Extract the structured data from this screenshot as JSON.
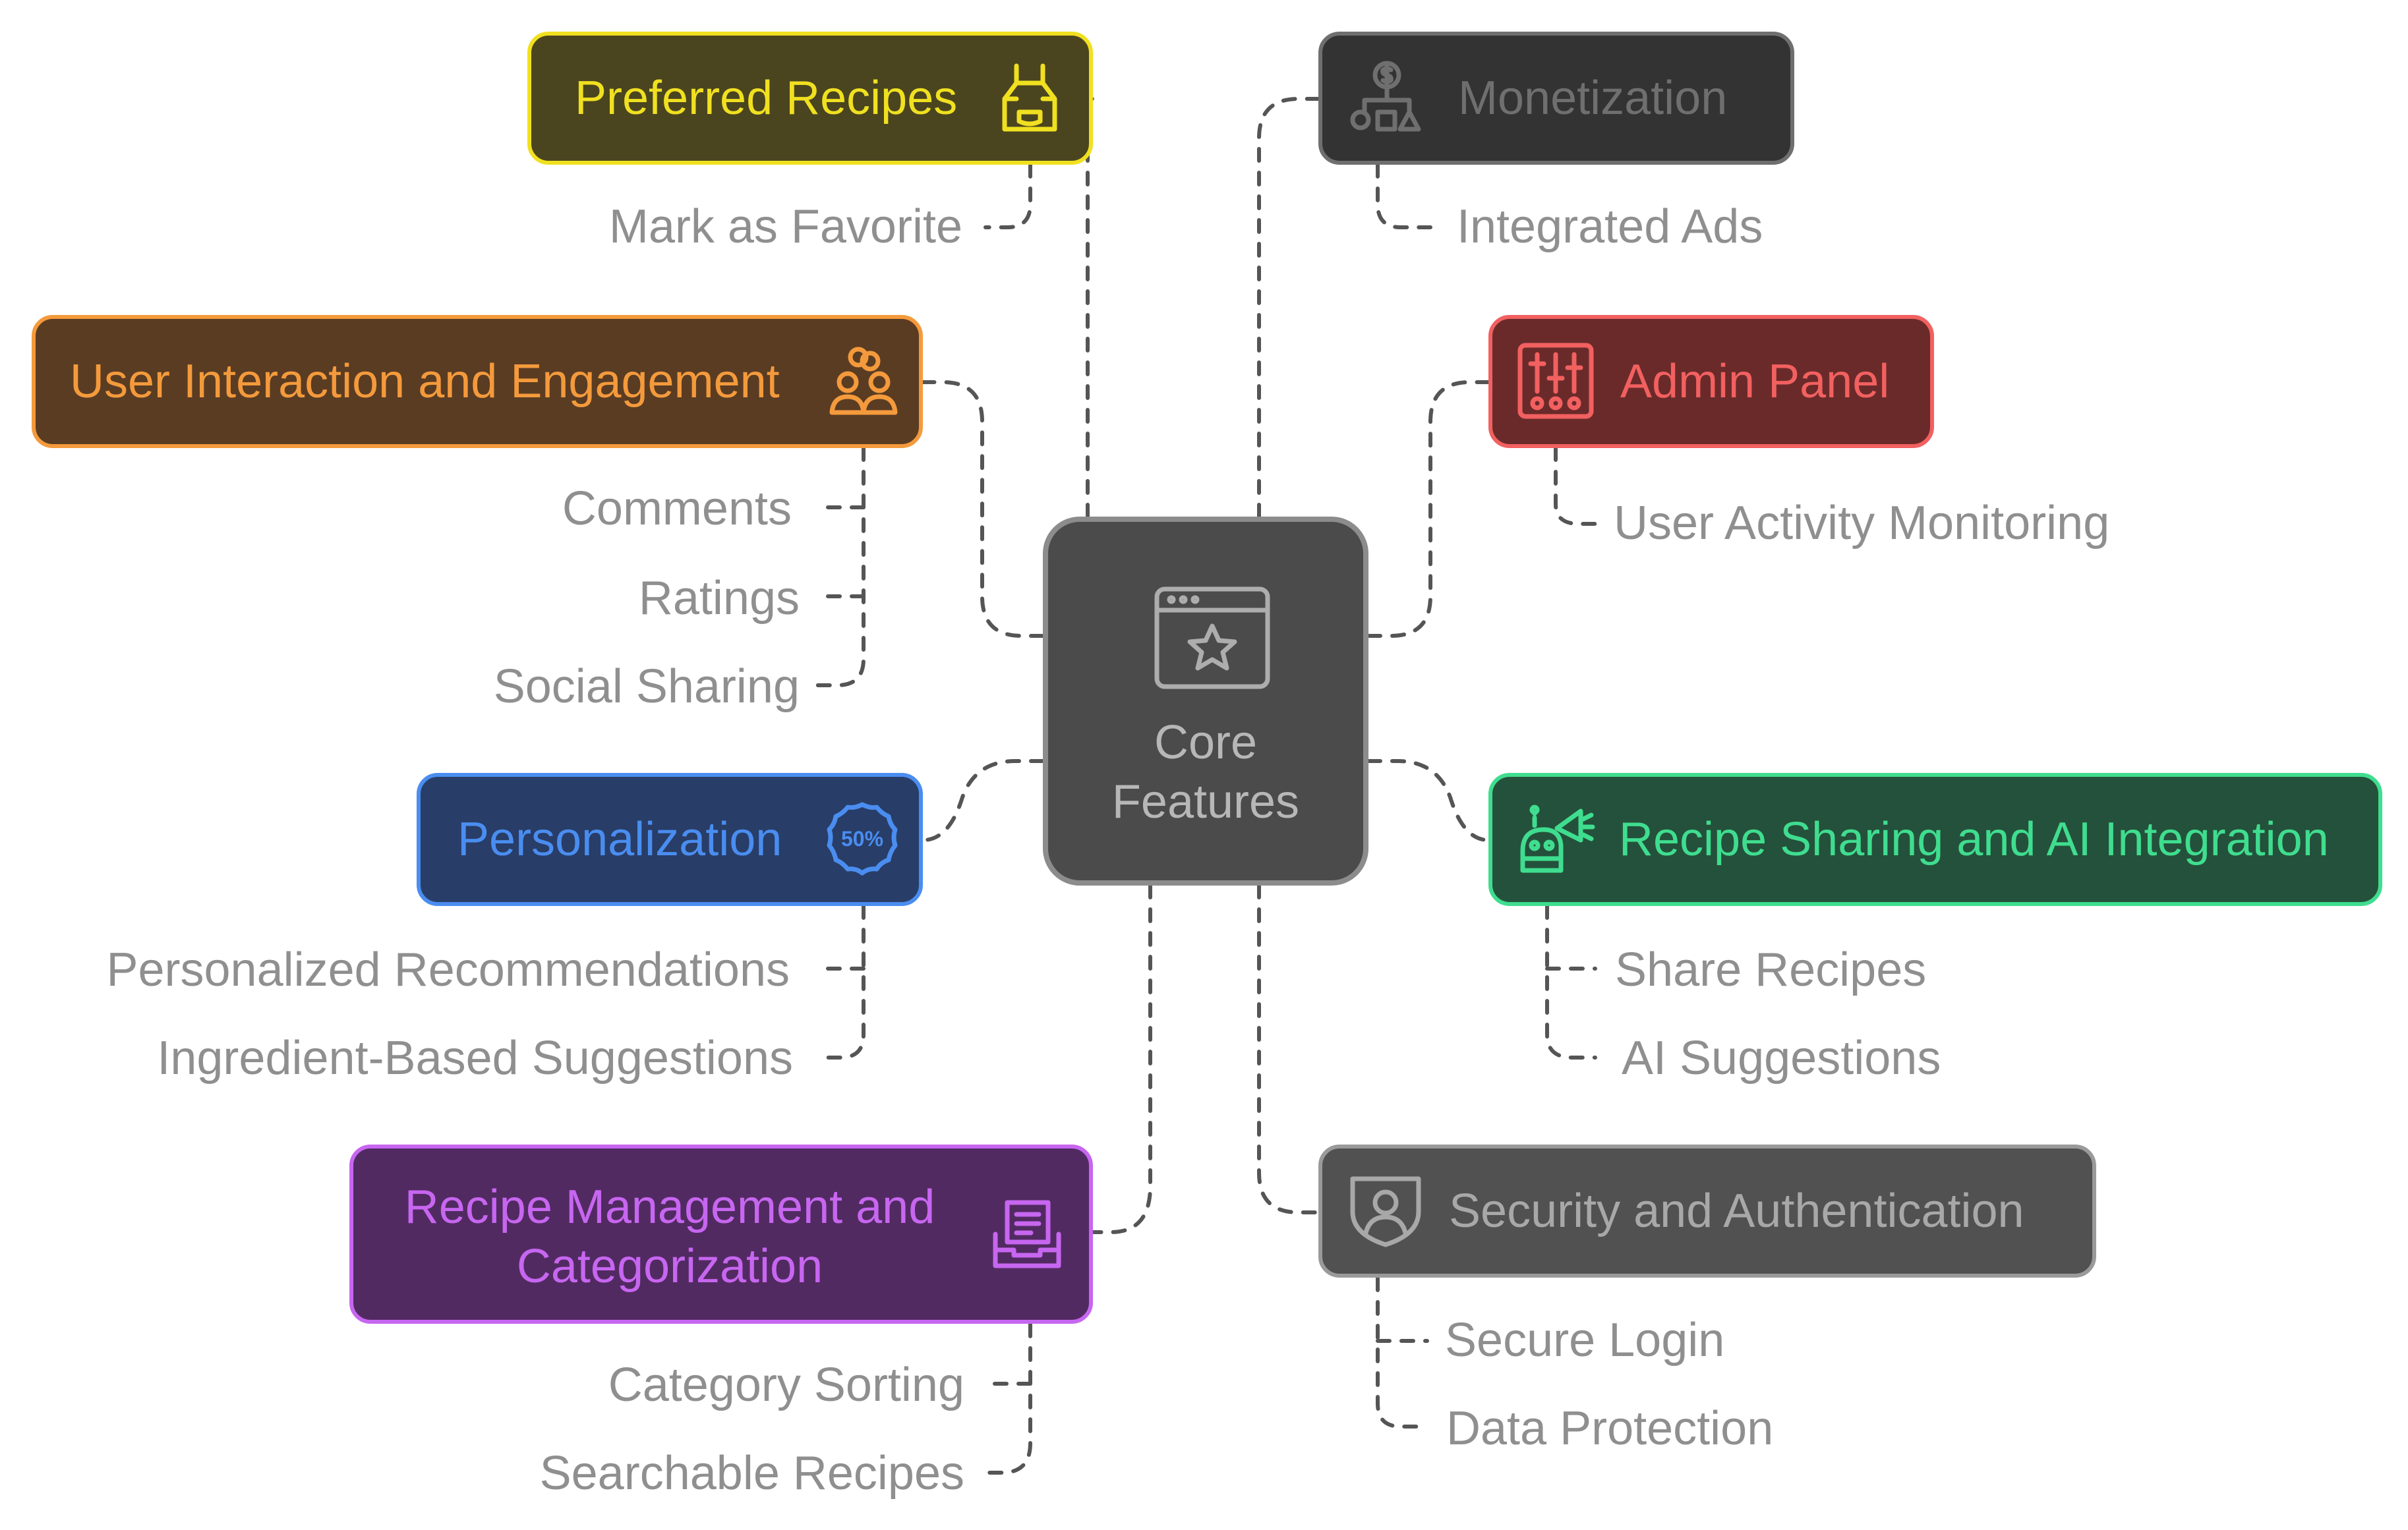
{
  "core": {
    "line1": "Core",
    "line2": "Features",
    "icon": "browser-window-star-icon"
  },
  "branches": {
    "preferred_recipes": {
      "label": "Preferred Recipes",
      "icon": "apron-icon",
      "color": "#f0e020",
      "fill": "#4a451f",
      "items": [
        "Mark as Favorite"
      ]
    },
    "user_interaction": {
      "label": "User Interaction and Engagement",
      "icon": "people-link-icon",
      "color": "#f49a3c",
      "fill": "#5a3c22",
      "items": [
        "Comments",
        "Ratings",
        "Social Sharing"
      ]
    },
    "personalization": {
      "label": "Personalization",
      "icon": "discount-50-badge-icon",
      "color": "#4a8df0",
      "fill": "#283d67",
      "items": [
        "Personalized Recommendations",
        "Ingredient-Based Suggestions"
      ]
    },
    "recipe_management": {
      "label_line1": "Recipe Management and",
      "label_line2": "Categorization",
      "icon": "document-tray-icon",
      "color": "#c766f0",
      "fill": "#522a62",
      "items": [
        "Category Sorting",
        "Searchable Recipes"
      ]
    },
    "monetization": {
      "label": "Monetization",
      "icon": "money-structure-icon",
      "color": "#6f6f6f",
      "fill": "#333333",
      "items": [
        "Integrated Ads"
      ]
    },
    "admin_panel": {
      "label": "Admin Panel",
      "icon": "control-sliders-icon",
      "color": "#f26060",
      "fill": "#6b2a2a",
      "items": [
        "User Activity Monitoring"
      ]
    },
    "recipe_sharing_ai": {
      "label": "Recipe Sharing and AI Integration",
      "icon": "robot-megaphone-icon",
      "color": "#3fdd8f",
      "fill": "#24513b",
      "items": [
        "Share Recipes",
        "AI Suggestions"
      ]
    },
    "security": {
      "label": "Security and Authentication",
      "icon": "shield-user-icon",
      "color": "#9a9a9a",
      "fill": "#515151",
      "items": [
        "Secure Login",
        "Data Protection"
      ]
    }
  },
  "connector_color": "#555555",
  "subitem_color": "#8f8f8f"
}
